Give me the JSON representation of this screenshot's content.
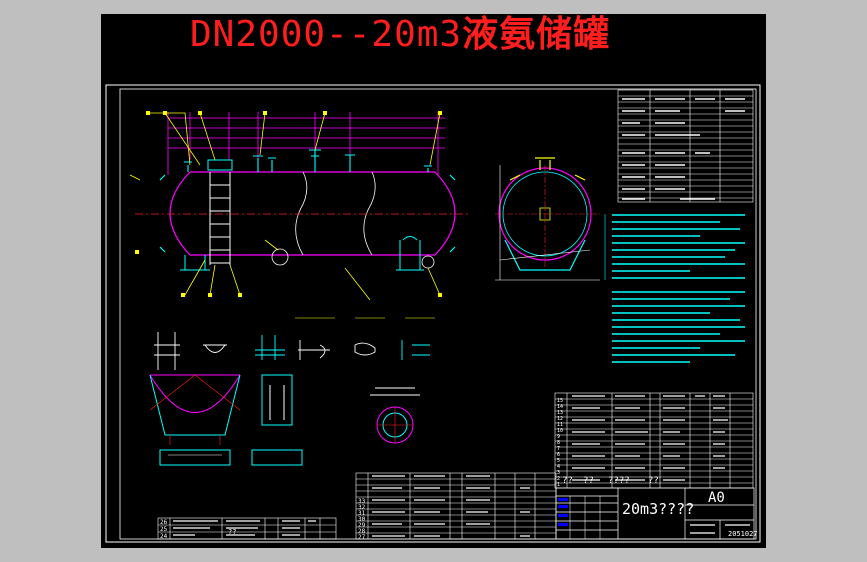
{
  "drawing": {
    "title_latin": "DN2000--20m3",
    "title_cjk": "液氨储罐",
    "sheet_size": "A0",
    "block_name": "20m3????",
    "drawing_number": "2051027",
    "unknown_marks": [
      "??",
      "??",
      "??",
      "????",
      "??"
    ],
    "numbers_bottom_table": [
      "24",
      "25",
      "26",
      "27",
      "28",
      "29",
      "30",
      "31",
      "32",
      "33"
    ],
    "numbers_right_table": [
      "1",
      "2",
      "3",
      "4",
      "5",
      "6",
      "7",
      "8",
      "9",
      "10",
      "11",
      "12",
      "13",
      "14",
      "15"
    ]
  },
  "colors": {
    "background": "#bfbfbf",
    "sheet": "#000000",
    "title": "#ff1e1e",
    "vessel": "#ff00ff",
    "lines": "#ffffff",
    "notes": "#00ffff",
    "labels": "#ffff00",
    "supports": "#00ffff"
  }
}
